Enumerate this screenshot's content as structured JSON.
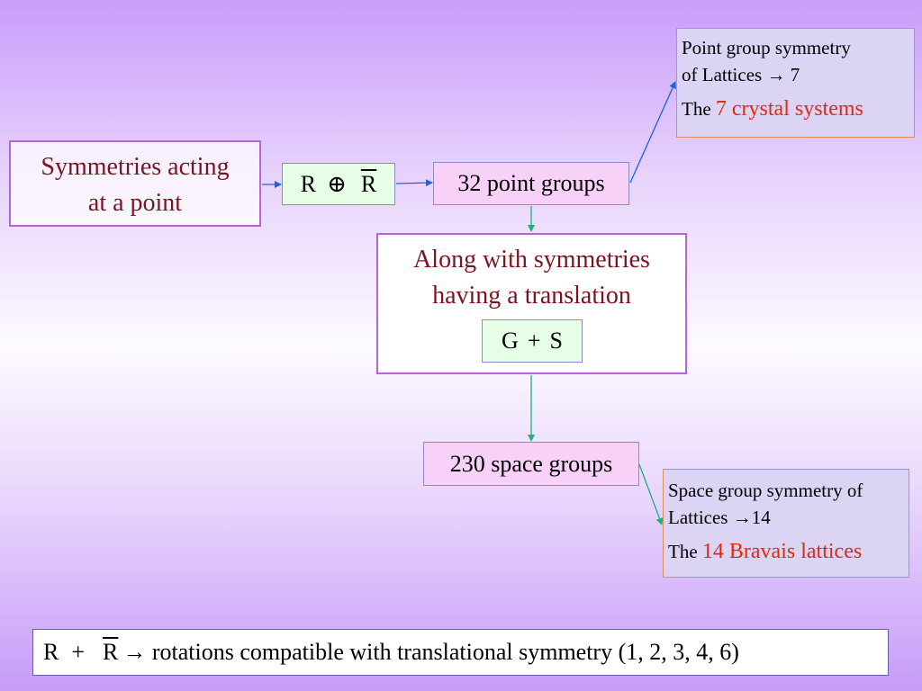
{
  "nodes": {
    "symmetries": {
      "line1": "Symmetries acting",
      "line2": "at a point"
    },
    "r_oplus": {
      "r": "R",
      "op": "⊕",
      "rbar": "R"
    },
    "point_groups": "32 point groups",
    "along": {
      "line1": "Along with symmetries",
      "line2": "having a translation"
    },
    "g_plus_s": {
      "g": "G",
      "op": "+",
      "s": "S"
    },
    "space_groups": "230 space groups"
  },
  "notes": {
    "point_group": {
      "line1": "Point group symmetry",
      "line2": "of Lattices → 7",
      "the": "The",
      "highlight": "7 crystal systems"
    },
    "space_group": {
      "line1": "Space group symmetry of",
      "line2": "Lattices →14",
      "the": "The",
      "highlight": "14 Bravais lattices"
    }
  },
  "footer": {
    "r": "R",
    "plus": "+",
    "rbar": "R",
    "text": "→ rotations compatible with translational symmetry (1, 2, 3, 4, 6)"
  },
  "colors": {
    "box_border": "#b565d6",
    "title_text": "#7b1421",
    "highlight_text": "#e2290c",
    "arrow_blue": "#1f5fe0",
    "arrow_green": "#1bb07a",
    "note_fill": "#dcd4f4"
  }
}
